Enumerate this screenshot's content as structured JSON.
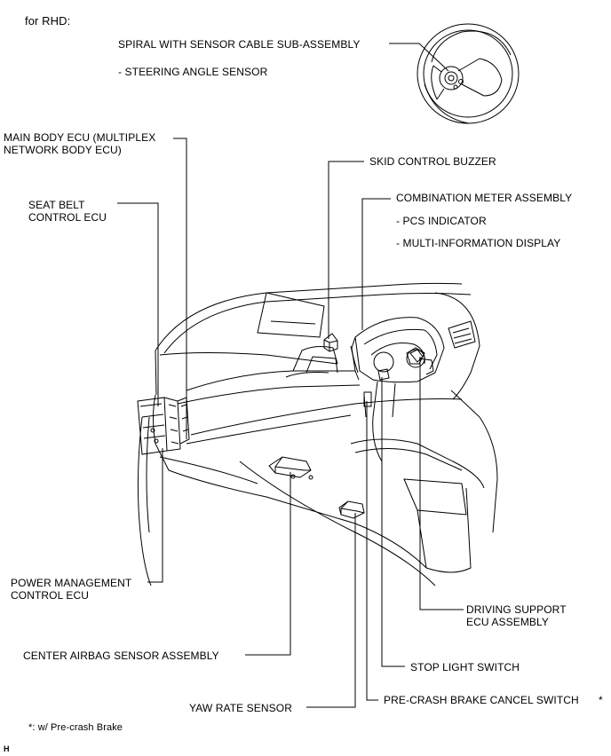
{
  "header": {
    "variant": "for RHD:"
  },
  "labels": {
    "spiral": "SPIRAL WITH SENSOR CABLE SUB-ASSEMBLY",
    "steering_angle_sensor": "- STEERING ANGLE SENSOR",
    "main_body_ecu_1": "MAIN BODY ECU (MULTIPLEX",
    "main_body_ecu_2": "NETWORK BODY ECU)",
    "skid_buzzer": "SKID CONTROL BUZZER",
    "seat_belt_1": "SEAT BELT",
    "seat_belt_2": "CONTROL ECU",
    "combination_meter": "COMBINATION METER ASSEMBLY",
    "pcs_indicator": "- PCS INDICATOR",
    "multi_info_display": "- MULTI-INFORMATION DISPLAY",
    "power_mgmt_1": "POWER MANAGEMENT",
    "power_mgmt_2": "CONTROL ECU",
    "driving_support_1": "DRIVING SUPPORT",
    "driving_support_2": "ECU ASSEMBLY",
    "center_airbag": "CENTER AIRBAG SENSOR ASSEMBLY",
    "stop_light_switch": "STOP LIGHT SWITCH",
    "pre_crash_cancel": "PRE-CRASH BRAKE CANCEL SWITCH",
    "yaw_rate": "YAW RATE SENSOR",
    "asterisk_mark": "*"
  },
  "footnote": "*: w/ Pre-crash Brake",
  "corner_code": "H",
  "colors": {
    "line": "#000000",
    "background": "#ffffff"
  }
}
